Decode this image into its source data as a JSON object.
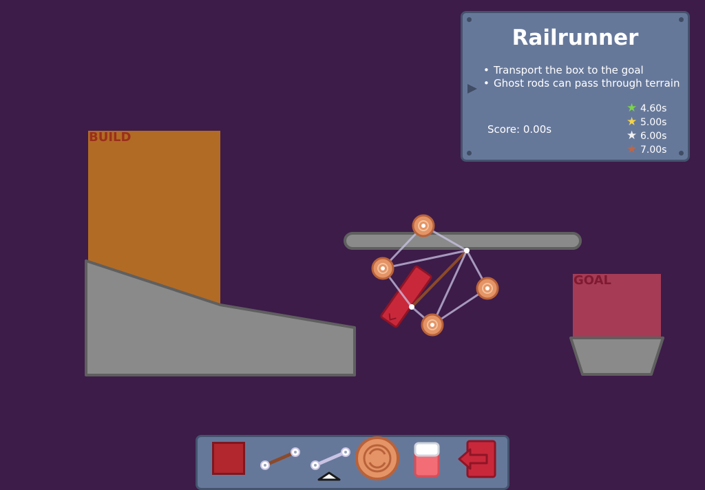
{
  "zones": {
    "build_label": "BUILD",
    "goal_label": "GOAL"
  },
  "info": {
    "title": "Railrunner",
    "objectives": [
      "Transport the box to the goal",
      "Ghost rods can pass through terrain"
    ],
    "score_label": "Score:",
    "score_value": "0.00s",
    "stars": [
      {
        "color": "#7bd34a",
        "time": "4.60s"
      },
      {
        "color": "#f3d34b",
        "time": "5.00s"
      },
      {
        "color": "#f1f1f1",
        "time": "6.00s"
      },
      {
        "color": "#b9674c",
        "time": "7.00s"
      }
    ]
  },
  "toolbar": {
    "tools": [
      "box-tool",
      "rod-tool",
      "ghost-rod-tool",
      "wheel-tool",
      "eraser-tool",
      "exit-icon"
    ],
    "selected": "ghost-rod-tool"
  },
  "colors": {
    "background": "#3d1c49",
    "build_zone": "#b26b25",
    "goal_zone": "#a63b56",
    "terrain": "#8a8a8a",
    "terrain_edge": "#5f5f5f",
    "panel": "#66789a",
    "box": "#c9283b",
    "wheel": "#e49466"
  }
}
